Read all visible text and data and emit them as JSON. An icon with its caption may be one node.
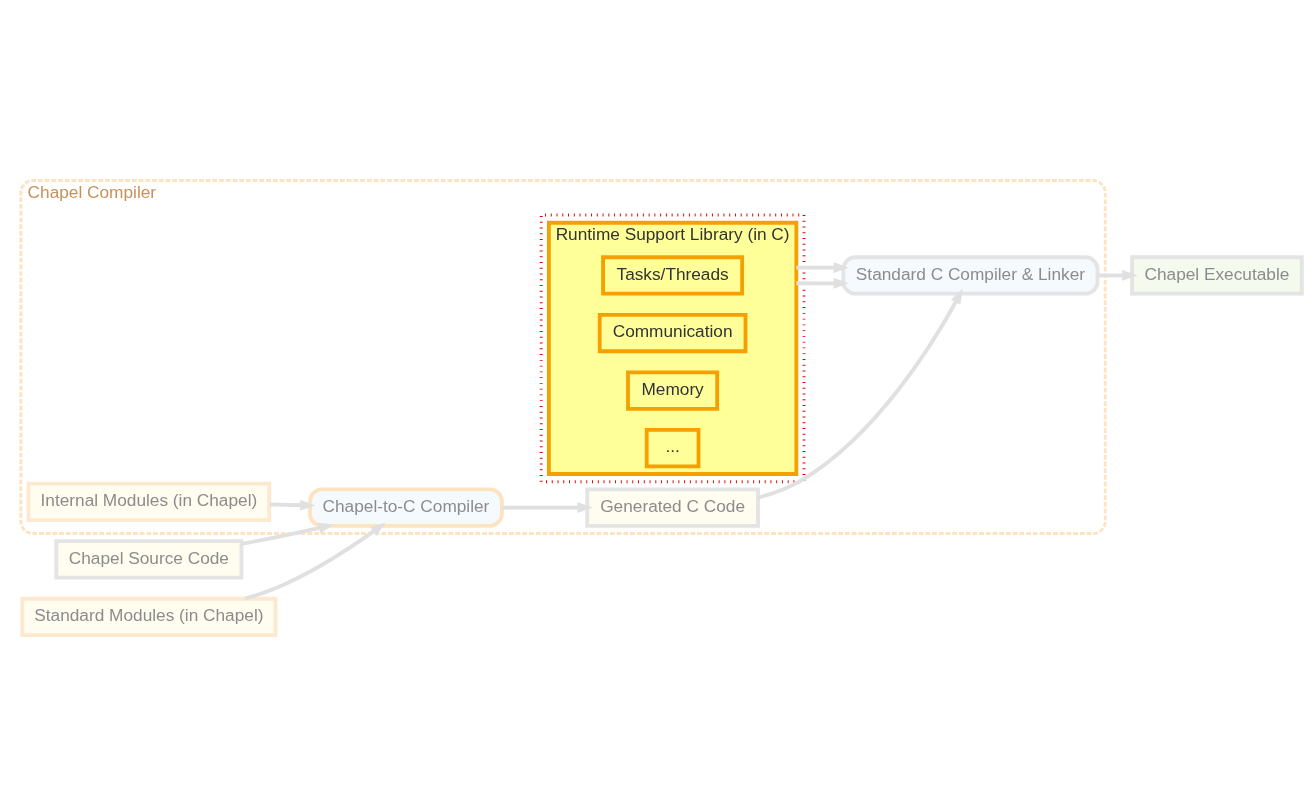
{
  "diagram": {
    "nodes": [
      {
        "text": [
          "Chapel Compiler"
        ]
      },
      {
        "text": [
          "Chapel Source Code"
        ]
      },
      {
        "text": [
          "Chapel-to-C Compiler"
        ],
        "in": 0
      },
      {
        "text": [
          "Generated C Code"
        ],
        "in": 0
      },
      {
        "text": [
          "Standard C Compiler & Linker"
        ],
        "in": 0
      },
      {
        "text": [
          "Chapel Executable"
        ]
      },
      {
        "text": [
          "Standard Modules (in Chapel)"
        ]
      },
      {
        "text": [
          "Internal Modules (in Chapel)"
        ],
        "in": 0
      },
      {
        "text": [],
        "shape": "box",
        "in": 0
      },
      {
        "text": [
          "Runtime Support Library (in C)"
        ],
        "in": 8
      },
      {
        "text": [
          "Tasks/Threads"
        ],
        "in": 9
      },
      {
        "text": [
          "Communication"
        ],
        "in": 9
      },
      {
        "text": [
          "Memory"
        ],
        "in": 9
      },
      {
        "text": [
          "..."
        ],
        "in": 9
      }
    ],
    "edges": [
      {
        "from": 1,
        "to": 2,
        "arrow": "to"
      },
      {
        "from": 2,
        "to": 3,
        "arrow": "to"
      },
      {
        "from": 3,
        "to": 4,
        "arrow": "to"
      },
      {
        "from": 4,
        "to": 5,
        "arrow": "to"
      },
      {
        "from": 6,
        "to": 2,
        "arrow": "to"
      },
      {
        "from": 7,
        "to": 2,
        "arrow": "to"
      },
      {
        "from": 9,
        "to": 4,
        "arrow": "to"
      },
      {
        "from": 9,
        "to": 4,
        "arrow": "to"
      }
    ]
  }
}
